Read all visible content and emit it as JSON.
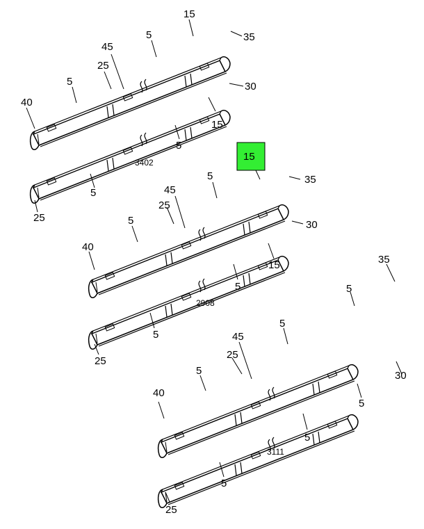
{
  "colors": {
    "highlight": "#33ee33",
    "line": "#000000",
    "face": "#ffffff",
    "background": "#ffffff"
  },
  "assemblies": [
    {
      "id": "3402",
      "label": "3402",
      "rails": [
        {
          "parts": [
            "45",
            "25",
            "5",
            "40",
            "5",
            "15",
            "35"
          ]
        },
        {
          "parts": [
            "30",
            "15",
            "5",
            "5",
            "25"
          ]
        }
      ]
    },
    {
      "id": "2908",
      "label": "2908",
      "rails": [
        {
          "parts": [
            "15",
            "35",
            "5",
            "45",
            "25",
            "5",
            "40"
          ]
        },
        {
          "parts": [
            "30",
            "15",
            "5",
            "5",
            "25"
          ]
        }
      ]
    },
    {
      "id": "3111",
      "label": "3111",
      "rails": [
        {
          "parts": [
            "35",
            "5",
            "5",
            "45",
            "25",
            "5",
            "40"
          ]
        },
        {
          "parts": [
            "30",
            "5",
            "5",
            "5",
            "25"
          ]
        }
      ]
    }
  ],
  "highlighted_callout": "15"
}
